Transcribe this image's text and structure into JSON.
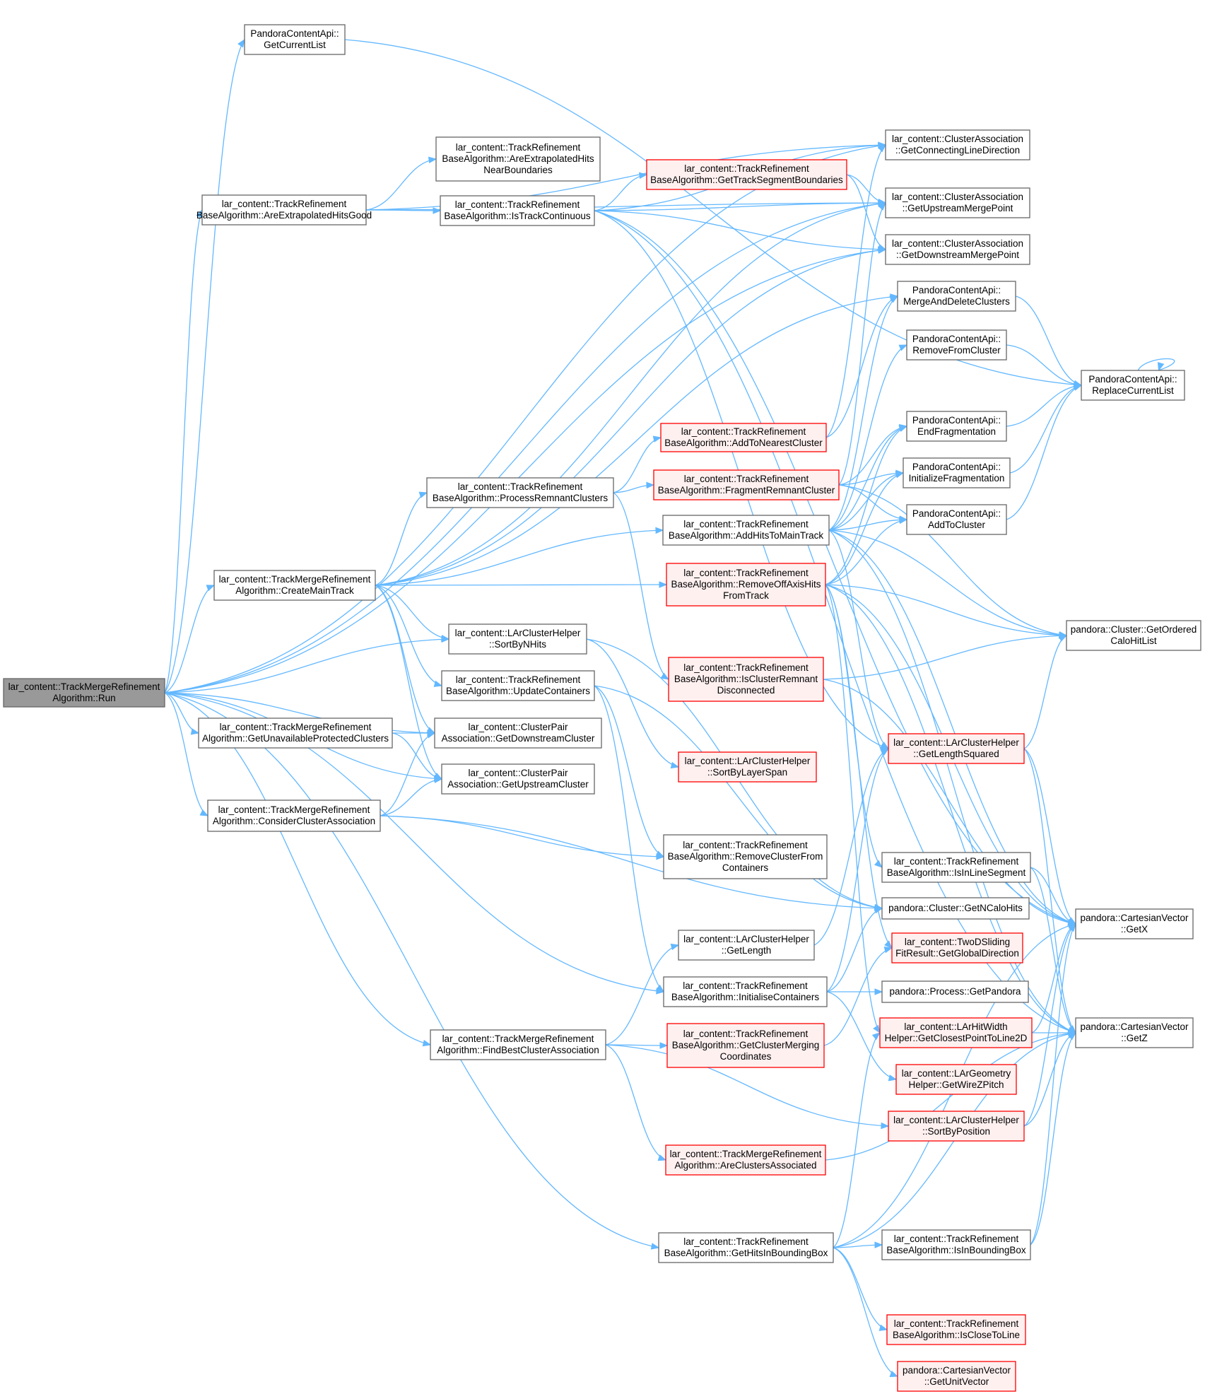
{
  "colors": {
    "root_fill": "#999999",
    "normal_fill": "#ffffff",
    "normal_stroke": "#666666",
    "red_fill": "#fff0f0",
    "red_stroke": "#ff0000",
    "edge": "#63b8ff"
  },
  "nodes": [
    {
      "id": "run",
      "lines": [
        "lar_content::TrackMergeRefinement",
        "Algorithm::Run"
      ],
      "style": "root"
    },
    {
      "id": "getCurrentList",
      "lines": [
        "PandoraContentApi::",
        "GetCurrentList"
      ],
      "style": "normal"
    },
    {
      "id": "areExtrapHitsGood",
      "lines": [
        "lar_content::TrackRefinement",
        "BaseAlgorithm::AreExtrapolatedHitsGood"
      ],
      "style": "normal"
    },
    {
      "id": "createMainTrack",
      "lines": [
        "lar_content::TrackMergeRefinement",
        "Algorithm::CreateMainTrack"
      ],
      "style": "normal"
    },
    {
      "id": "getUnavailable",
      "lines": [
        "lar_content::TrackMergeRefinement",
        "Algorithm::GetUnavailableProtectedClusters"
      ],
      "style": "normal"
    },
    {
      "id": "considerAssoc",
      "lines": [
        "lar_content::TrackMergeRefinement",
        "Algorithm::ConsiderClusterAssociation"
      ],
      "style": "normal"
    },
    {
      "id": "areExtrapNearBound",
      "lines": [
        "lar_content::TrackRefinement",
        "BaseAlgorithm::AreExtrapolatedHits",
        "NearBoundaries"
      ],
      "style": "normal"
    },
    {
      "id": "isTrackContinuous",
      "lines": [
        "lar_content::TrackRefinement",
        "BaseAlgorithm::IsTrackContinuous"
      ],
      "style": "normal"
    },
    {
      "id": "processRemnant",
      "lines": [
        "lar_content::TrackRefinement",
        "BaseAlgorithm::ProcessRemnantClusters"
      ],
      "style": "normal"
    },
    {
      "id": "sortByNHits",
      "lines": [
        "lar_content::LArClusterHelper",
        "::SortByNHits"
      ],
      "style": "normal"
    },
    {
      "id": "updateContainers",
      "lines": [
        "lar_content::TrackRefinement",
        "BaseAlgorithm::UpdateContainers"
      ],
      "style": "normal"
    },
    {
      "id": "getDownstreamCluster",
      "lines": [
        "lar_content::ClusterPair",
        "Association::GetDownstreamCluster"
      ],
      "style": "normal"
    },
    {
      "id": "getUpstreamCluster",
      "lines": [
        "lar_content::ClusterPair",
        "Association::GetUpstreamCluster"
      ],
      "style": "normal"
    },
    {
      "id": "findBestAssoc",
      "lines": [
        "lar_content::TrackMergeRefinement",
        "Algorithm::FindBestClusterAssociation"
      ],
      "style": "normal"
    },
    {
      "id": "getTrackSegBound",
      "lines": [
        "lar_content::TrackRefinement",
        "BaseAlgorithm::GetTrackSegmentBoundaries"
      ],
      "style": "red"
    },
    {
      "id": "addToNearest",
      "lines": [
        "lar_content::TrackRefinement",
        "BaseAlgorithm::AddToNearestCluster"
      ],
      "style": "red"
    },
    {
      "id": "fragmentRemnant",
      "lines": [
        "lar_content::TrackRefinement",
        "BaseAlgorithm::FragmentRemnantCluster"
      ],
      "style": "red"
    },
    {
      "id": "addHitsToMain",
      "lines": [
        "lar_content::TrackRefinement",
        "BaseAlgorithm::AddHitsToMainTrack"
      ],
      "style": "normal"
    },
    {
      "id": "removeOffAxis",
      "lines": [
        "lar_content::TrackRefinement",
        "BaseAlgorithm::RemoveOffAxisHits",
        "FromTrack"
      ],
      "style": "red"
    },
    {
      "id": "isClusterRemnantDisc",
      "lines": [
        "lar_content::TrackRefinement",
        "BaseAlgorithm::IsClusterRemnant",
        "Disconnected"
      ],
      "style": "red"
    },
    {
      "id": "sortByLayerSpan",
      "lines": [
        "lar_content::LArClusterHelper",
        "::SortByLayerSpan"
      ],
      "style": "red"
    },
    {
      "id": "removeClusterFromCont",
      "lines": [
        "lar_content::TrackRefinement",
        "BaseAlgorithm::RemoveClusterFrom",
        "Containers"
      ],
      "style": "normal"
    },
    {
      "id": "getLength",
      "lines": [
        "lar_content::LArClusterHelper",
        "::GetLength"
      ],
      "style": "normal"
    },
    {
      "id": "initialiseCont",
      "lines": [
        "lar_content::TrackRefinement",
        "BaseAlgorithm::InitialiseContainers"
      ],
      "style": "normal"
    },
    {
      "id": "getClusterMergingCoords",
      "lines": [
        "lar_content::TrackRefinement",
        "BaseAlgorithm::GetClusterMerging",
        "Coordinates"
      ],
      "style": "red"
    },
    {
      "id": "areClustersAssociated",
      "lines": [
        "lar_content::TrackMergeRefinement",
        "Algorithm::AreClustersAssociated"
      ],
      "style": "red"
    },
    {
      "id": "getHitsInBB",
      "lines": [
        "lar_content::TrackRefinement",
        "BaseAlgorithm::GetHitsInBoundingBox"
      ],
      "style": "normal"
    },
    {
      "id": "getConnLineDir",
      "lines": [
        "lar_content::ClusterAssociation",
        "::GetConnectingLineDirection"
      ],
      "style": "normal"
    },
    {
      "id": "getUpstreamMP",
      "lines": [
        "lar_content::ClusterAssociation",
        "::GetUpstreamMergePoint"
      ],
      "style": "normal"
    },
    {
      "id": "getDownstreamMP",
      "lines": [
        "lar_content::ClusterAssociation",
        "::GetDownstreamMergePoint"
      ],
      "style": "normal"
    },
    {
      "id": "mergeAndDelete",
      "lines": [
        "PandoraContentApi::",
        "MergeAndDeleteClusters"
      ],
      "style": "normal"
    },
    {
      "id": "removeFromCluster",
      "lines": [
        "PandoraContentApi::",
        "RemoveFromCluster"
      ],
      "style": "normal"
    },
    {
      "id": "endFragmentation",
      "lines": [
        "PandoraContentApi::",
        "EndFragmentation"
      ],
      "style": "normal"
    },
    {
      "id": "initFragmentation",
      "lines": [
        "PandoraContentApi::",
        "InitializeFragmentation"
      ],
      "style": "normal"
    },
    {
      "id": "addToCluster",
      "lines": [
        "PandoraContentApi::",
        "AddToCluster"
      ],
      "style": "normal"
    },
    {
      "id": "getLengthSquared",
      "lines": [
        "lar_content::LArClusterHelper",
        "::GetLengthSquared"
      ],
      "style": "red"
    },
    {
      "id": "isInLineSegment",
      "lines": [
        "lar_content::TrackRefinement",
        "BaseAlgorithm::IsInLineSegment"
      ],
      "style": "normal"
    },
    {
      "id": "getNCaloHits",
      "lines": [
        "pandora::Cluster::GetNCaloHits"
      ],
      "style": "normal"
    },
    {
      "id": "getGlobalDirection",
      "lines": [
        "lar_content::TwoDSliding",
        "FitResult::GetGlobalDirection"
      ],
      "style": "red"
    },
    {
      "id": "getPandora",
      "lines": [
        "pandora::Process::GetPandora"
      ],
      "style": "normal"
    },
    {
      "id": "getClosestPoint",
      "lines": [
        "lar_content::LArHitWidth",
        "Helper::GetClosestPointToLine2D"
      ],
      "style": "red"
    },
    {
      "id": "getWireZPitch",
      "lines": [
        "lar_content::LArGeometry",
        "Helper::GetWireZPitch"
      ],
      "style": "red"
    },
    {
      "id": "sortByPosition",
      "lines": [
        "lar_content::LArClusterHelper",
        "::SortByPosition"
      ],
      "style": "red"
    },
    {
      "id": "isInBB",
      "lines": [
        "lar_content::TrackRefinement",
        "BaseAlgorithm::IsInBoundingBox"
      ],
      "style": "normal"
    },
    {
      "id": "isCloseToLine",
      "lines": [
        "lar_content::TrackRefinement",
        "BaseAlgorithm::IsCloseToLine"
      ],
      "style": "red"
    },
    {
      "id": "getUnitVector",
      "lines": [
        "pandora::CartesianVector",
        "::GetUnitVector"
      ],
      "style": "red"
    },
    {
      "id": "replaceCurrentList",
      "lines": [
        "PandoraContentApi::",
        "ReplaceCurrentList"
      ],
      "style": "normal"
    },
    {
      "id": "getOrderedCaloHitList",
      "lines": [
        "pandora::Cluster::GetOrdered",
        "CaloHitList"
      ],
      "style": "normal"
    },
    {
      "id": "getX",
      "lines": [
        "pandora::CartesianVector",
        "::GetX"
      ],
      "style": "normal"
    },
    {
      "id": "getZ",
      "lines": [
        "pandora::CartesianVector",
        "::GetZ"
      ],
      "style": "normal"
    }
  ],
  "edges": [
    [
      "run",
      "getCurrentList"
    ],
    [
      "run",
      "areExtrapHitsGood"
    ],
    [
      "run",
      "getConnLineDir"
    ],
    [
      "run",
      "getUpstreamMP"
    ],
    [
      "run",
      "getDownstreamMP"
    ],
    [
      "run",
      "createMainTrack"
    ],
    [
      "run",
      "sortByNHits"
    ],
    [
      "run",
      "getDownstreamCluster"
    ],
    [
      "run",
      "getUnavailable"
    ],
    [
      "run",
      "getUpstreamCluster"
    ],
    [
      "run",
      "considerAssoc"
    ],
    [
      "run",
      "initialiseCont"
    ],
    [
      "run",
      "findBestAssoc"
    ],
    [
      "run",
      "getHitsInBB"
    ],
    [
      "getCurrentList",
      "replaceCurrentList"
    ],
    [
      "areExtrapHitsGood",
      "areExtrapNearBound"
    ],
    [
      "areExtrapHitsGood",
      "isTrackContinuous"
    ],
    [
      "areExtrapHitsGood",
      "getConnLineDir"
    ],
    [
      "areExtrapHitsGood",
      "getUpstreamMP"
    ],
    [
      "isTrackContinuous",
      "getTrackSegBound"
    ],
    [
      "isTrackContinuous",
      "getConnLineDir"
    ],
    [
      "isTrackContinuous",
      "getUpstreamMP"
    ],
    [
      "isTrackContinuous",
      "getDownstreamMP"
    ],
    [
      "isTrackContinuous",
      "getX"
    ],
    [
      "isTrackContinuous",
      "getZ"
    ],
    [
      "isTrackContinuous",
      "getLengthSquared"
    ],
    [
      "getTrackSegBound",
      "getUpstreamMP"
    ],
    [
      "getTrackSegBound",
      "getDownstreamMP"
    ],
    [
      "createMainTrack",
      "getUpstreamMP"
    ],
    [
      "createMainTrack",
      "getDownstreamMP"
    ],
    [
      "createMainTrack",
      "mergeAndDelete"
    ],
    [
      "createMainTrack",
      "processRemnant"
    ],
    [
      "createMainTrack",
      "addHitsToMain"
    ],
    [
      "createMainTrack",
      "removeOffAxis"
    ],
    [
      "createMainTrack",
      "sortByNHits"
    ],
    [
      "createMainTrack",
      "updateContainers"
    ],
    [
      "createMainTrack",
      "getDownstreamCluster"
    ],
    [
      "createMainTrack",
      "getUpstreamCluster"
    ],
    [
      "processRemnant",
      "addToNearest"
    ],
    [
      "processRemnant",
      "fragmentRemnant"
    ],
    [
      "processRemnant",
      "isClusterRemnantDisc"
    ],
    [
      "addToNearest",
      "mergeAndDelete"
    ],
    [
      "addToNearest",
      "getConnLineDir"
    ],
    [
      "fragmentRemnant",
      "initFragmentation"
    ],
    [
      "fragmentRemnant",
      "endFragmentation"
    ],
    [
      "fragmentRemnant",
      "addToCluster"
    ],
    [
      "fragmentRemnant",
      "getOrderedCaloHitList"
    ],
    [
      "fragmentRemnant",
      "getUpstreamMP"
    ],
    [
      "addHitsToMain",
      "removeFromCluster"
    ],
    [
      "addHitsToMain",
      "endFragmentation"
    ],
    [
      "addHitsToMain",
      "initFragmentation"
    ],
    [
      "addHitsToMain",
      "addToCluster"
    ],
    [
      "addHitsToMain",
      "getOrderedCaloHitList"
    ],
    [
      "addHitsToMain",
      "getLengthSquared"
    ],
    [
      "addHitsToMain",
      "getX"
    ],
    [
      "addHitsToMain",
      "getZ"
    ],
    [
      "addHitsToMain",
      "mergeAndDelete"
    ],
    [
      "removeOffAxis",
      "getOrderedCaloHitList"
    ],
    [
      "removeOffAxis",
      "initFragmentation"
    ],
    [
      "removeOffAxis",
      "endFragmentation"
    ],
    [
      "removeOffAxis",
      "addToCluster"
    ],
    [
      "removeOffAxis",
      "getX"
    ],
    [
      "removeOffAxis",
      "getZ"
    ],
    [
      "removeOffAxis",
      "getClosestPoint"
    ],
    [
      "removeOffAxis",
      "getGlobalDirection"
    ],
    [
      "removeOffAxis",
      "isInLineSegment"
    ],
    [
      "isClusterRemnantDisc",
      "getOrderedCaloHitList"
    ],
    [
      "isClusterRemnantDisc",
      "getX"
    ],
    [
      "sortByNHits",
      "sortByLayerSpan"
    ],
    [
      "sortByNHits",
      "getNCaloHits"
    ],
    [
      "updateContainers",
      "removeClusterFromCont"
    ],
    [
      "updateContainers",
      "initialiseCont"
    ],
    [
      "updateContainers",
      "getNCaloHits"
    ],
    [
      "getUnavailable",
      "getDownstreamCluster"
    ],
    [
      "getUnavailable",
      "getUpstreamCluster"
    ],
    [
      "considerAssoc",
      "getDownstreamCluster"
    ],
    [
      "considerAssoc",
      "getUpstreamCluster"
    ],
    [
      "considerAssoc",
      "removeClusterFromCont"
    ],
    [
      "considerAssoc",
      "getNCaloHits"
    ],
    [
      "initialiseCont",
      "getPandora"
    ],
    [
      "initialiseCont",
      "getLengthSquared"
    ],
    [
      "initialiseCont",
      "getWireZPitch"
    ],
    [
      "initialiseCont",
      "getNCaloHits"
    ],
    [
      "findBestAssoc",
      "getLength"
    ],
    [
      "findBestAssoc",
      "getClusterMergingCoords"
    ],
    [
      "findBestAssoc",
      "areClustersAssociated"
    ],
    [
      "findBestAssoc",
      "sortByPosition"
    ],
    [
      "getLength",
      "getLengthSquared"
    ],
    [
      "getClusterMergingCoords",
      "getGlobalDirection"
    ],
    [
      "areClustersAssociated",
      "getZ"
    ],
    [
      "getHitsInBB",
      "isInBB"
    ],
    [
      "getHitsInBB",
      "isCloseToLine"
    ],
    [
      "getHitsInBB",
      "getUnitVector"
    ],
    [
      "getHitsInBB",
      "getX"
    ],
    [
      "getHitsInBB",
      "getZ"
    ],
    [
      "getHitsInBB",
      "getClosestPoint"
    ],
    [
      "mergeAndDelete",
      "replaceCurrentList"
    ],
    [
      "removeFromCluster",
      "replaceCurrentList"
    ],
    [
      "endFragmentation",
      "replaceCurrentList"
    ],
    [
      "initFragmentation",
      "replaceCurrentList"
    ],
    [
      "addToCluster",
      "replaceCurrentList"
    ],
    [
      "replaceCurrentList",
      "replaceCurrentList"
    ],
    [
      "getLengthSquared",
      "getOrderedCaloHitList"
    ],
    [
      "getLengthSquared",
      "getX"
    ],
    [
      "getLengthSquared",
      "getZ"
    ],
    [
      "isInLineSegment",
      "getX"
    ],
    [
      "isInLineSegment",
      "getZ"
    ],
    [
      "getClosestPoint",
      "getX"
    ],
    [
      "getClosestPoint",
      "getZ"
    ],
    [
      "sortByPosition",
      "getX"
    ],
    [
      "sortByPosition",
      "getZ"
    ],
    [
      "isInBB",
      "getX"
    ],
    [
      "isInBB",
      "getZ"
    ]
  ]
}
